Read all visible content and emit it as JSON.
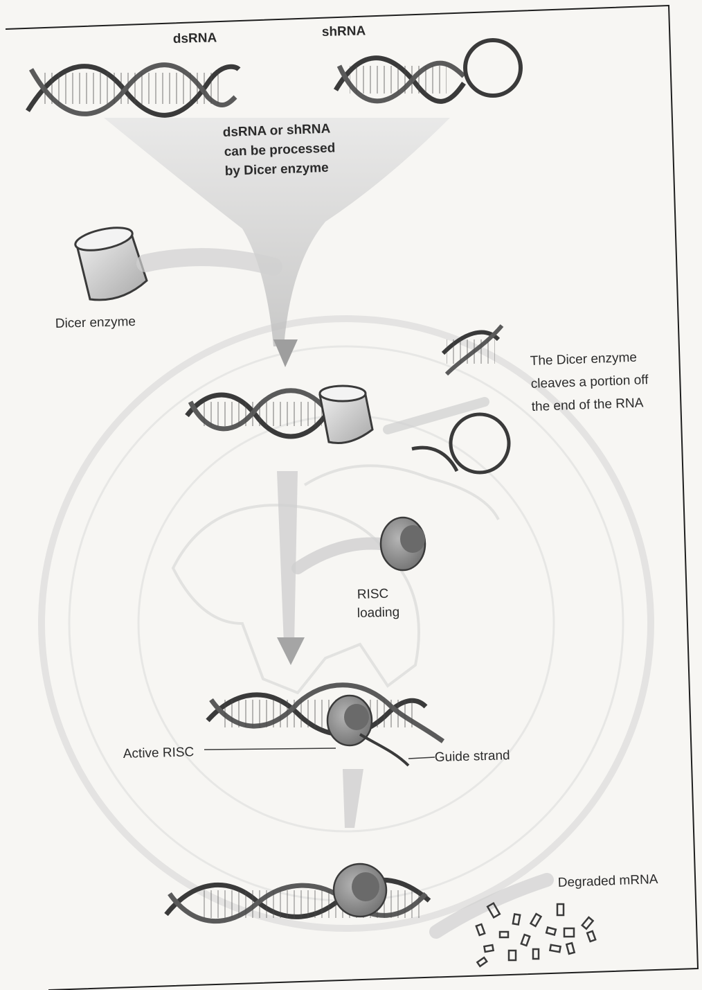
{
  "labels": {
    "dsrna": "dsRNA",
    "shrna": "shRNA",
    "processing_line1": "dsRNA or shRNA",
    "processing_line2": "can be processed",
    "processing_line3": "by Dicer enzyme",
    "dicer": "Dicer enzyme",
    "cleave_line1": "The Dicer enzyme",
    "cleave_line2": "cleaves a portion off",
    "cleave_line3": "the end of the RNA",
    "risc_line1": "RISC",
    "risc_line2": "loading",
    "active_risc": "Active RISC",
    "guide_strand": "Guide strand",
    "degraded": "Degraded mRNA"
  },
  "colors": {
    "paper": "#f7f6f3",
    "ink": "#2b2b2b",
    "helix_outline": "#3a3a3a",
    "funnel": "#c9c9c9",
    "risc": "#8c8c8c",
    "watermark": "#d6d6d6"
  }
}
